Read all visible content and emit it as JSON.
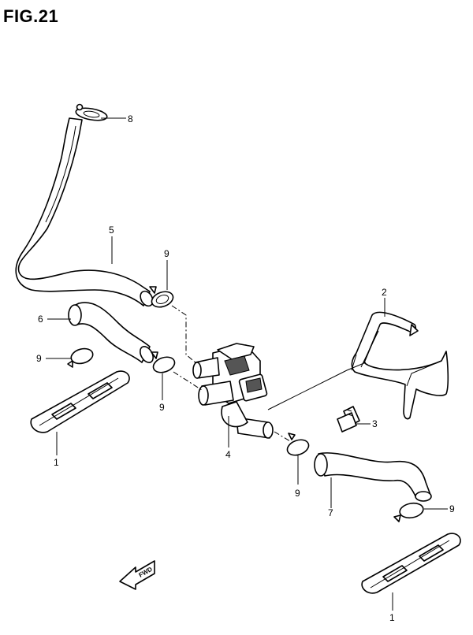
{
  "figure": {
    "title": "FIG.21"
  },
  "callouts": {
    "c8": "8",
    "c5": "5",
    "c9a": "9",
    "c6": "6",
    "c9b": "9",
    "c9c": "9",
    "c1a": "1",
    "c4": "4",
    "c2": "2",
    "c3": "3",
    "c9d": "9",
    "c7": "7",
    "c9e": "9",
    "c1b": "1"
  },
  "arrow": {
    "label": "FWD"
  }
}
